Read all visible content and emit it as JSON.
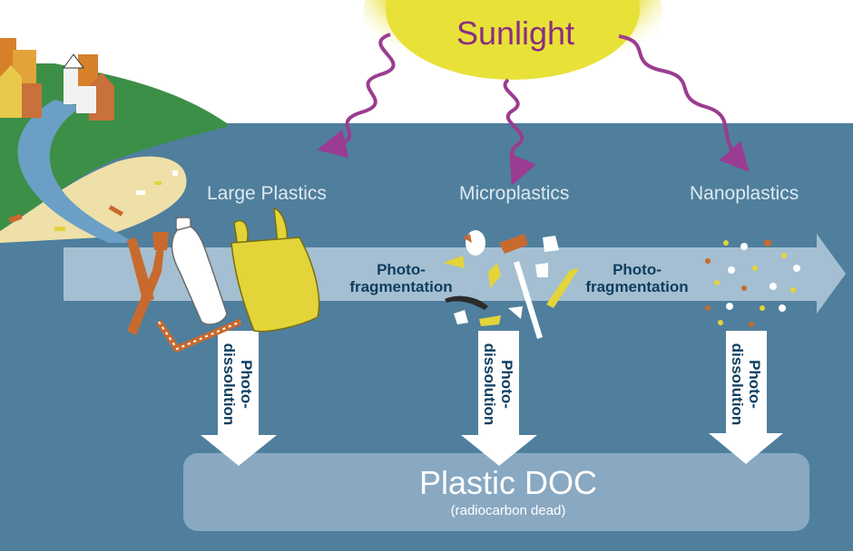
{
  "sun": {
    "label": "Sunlight"
  },
  "stages": [
    {
      "label": "Large Plastics"
    },
    {
      "label": "Microplastics"
    },
    {
      "label": "Nanoplastics"
    }
  ],
  "fragmentation": [
    {
      "line1": "Photo-",
      "line2": "fragmentation"
    },
    {
      "line1": "Photo-",
      "line2": "fragmentation"
    }
  ],
  "dissolution": [
    {
      "line1": "Photo-",
      "line2": "dissolution"
    },
    {
      "line1": "Photo-",
      "line2": "dissolution"
    },
    {
      "line1": "Photo-",
      "line2": "dissolution"
    }
  ],
  "doc": {
    "title": "Plastic DOC",
    "subtitle": "(radiocarbon dead)"
  },
  "colors": {
    "sky": "#ffffff",
    "water": "#4f7f9d",
    "sun": "#e8e138",
    "sun_text": "#8a2e7e",
    "ray": "#9a3c91",
    "land": "#3c8f47",
    "sand": "#eee0a8",
    "river": "#6b9fc5",
    "flow_band": "#b9d0df",
    "doc_box": "#89a8c1",
    "label_text": "#0f3e60"
  },
  "icons": [
    "sun-icon",
    "town-icon",
    "fork-icon",
    "bottle-icon",
    "bag-icon",
    "straw-icon"
  ]
}
